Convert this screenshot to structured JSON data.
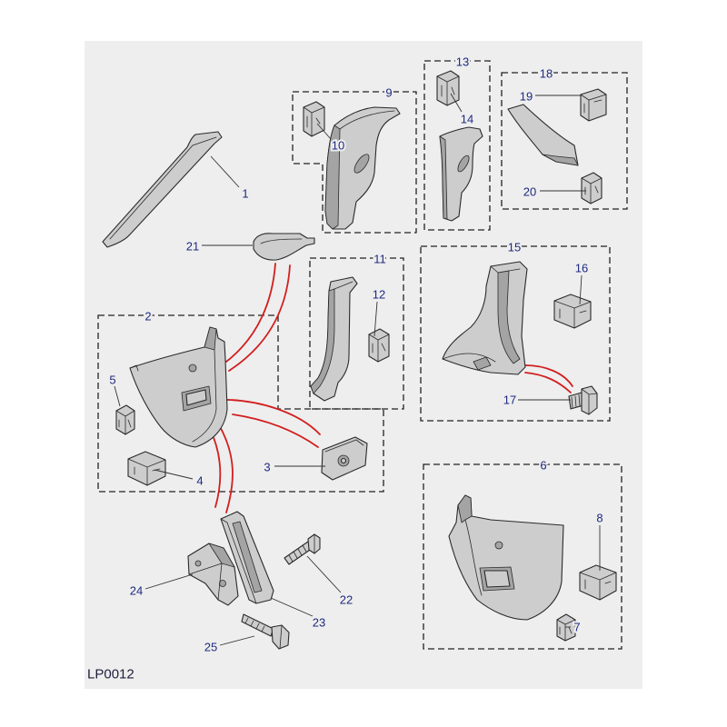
{
  "figure_code": "LP0012",
  "callouts": [
    "1",
    "2",
    "3",
    "4",
    "5",
    "6",
    "7",
    "8",
    "9",
    "10",
    "11",
    "12",
    "13",
    "14",
    "15",
    "16",
    "17",
    "18",
    "19",
    "20",
    "21",
    "22",
    "23",
    "24",
    "25"
  ],
  "colors": {
    "background": "#ffffff",
    "panel": "#eeeeee",
    "callout_text": "#1f2a80",
    "figure_code_text": "#1e1e3c",
    "leader": "#333333",
    "box_border": "#222222",
    "connector": "#d21f1f",
    "part_fill": "#cdcdcd",
    "part_shade": "#a4a4a4",
    "outline": "#2a2a2a"
  }
}
